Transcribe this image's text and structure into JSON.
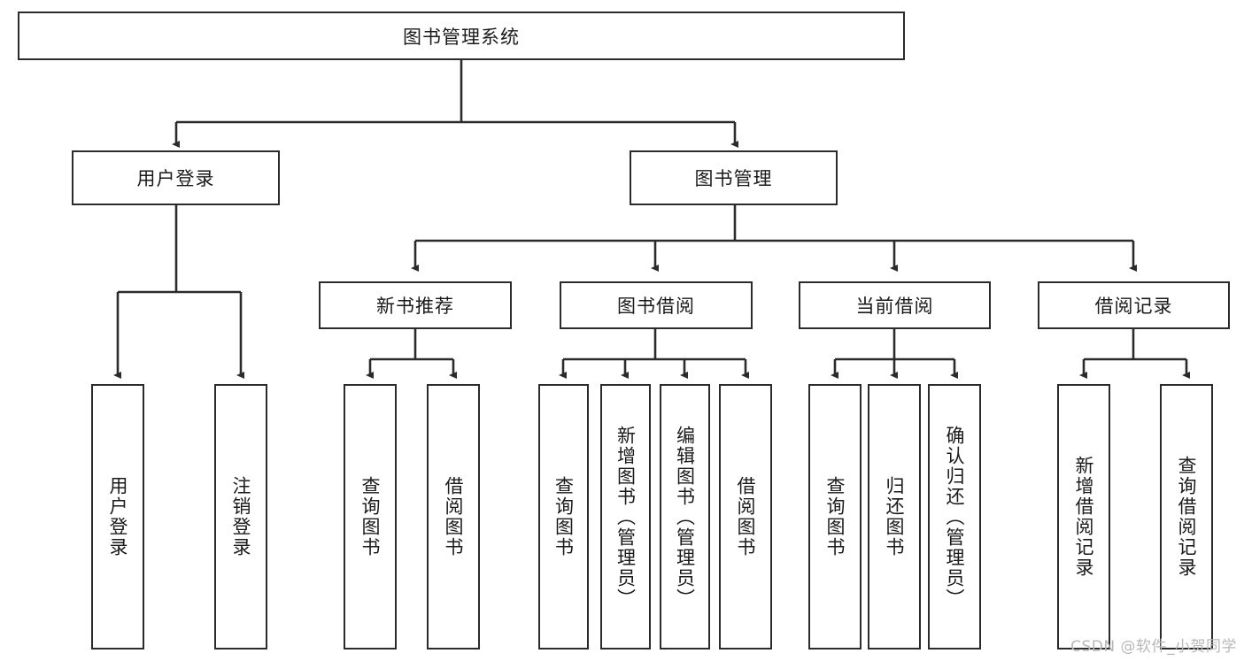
{
  "diagram": {
    "title": "图书管理系统",
    "type": "tree",
    "root": {
      "label": "图书管理系统"
    },
    "level2": [
      {
        "label": "用户登录"
      },
      {
        "label": "图书管理"
      }
    ],
    "level3": [
      {
        "label": "新书推荐"
      },
      {
        "label": "图书借阅"
      },
      {
        "label": "当前借阅"
      },
      {
        "label": "借阅记录"
      }
    ],
    "leaves": {
      "user_login": [
        {
          "label": "用户登录"
        },
        {
          "label": "注销登录"
        }
      ],
      "new_book": [
        {
          "label": "查询图书"
        },
        {
          "label": "借阅图书"
        }
      ],
      "book_borrow": [
        {
          "label": "查询图书"
        },
        {
          "label": "新增图书（管理员）"
        },
        {
          "label": "编辑图书（管理员）"
        },
        {
          "label": "借阅图书"
        }
      ],
      "current_borrow": [
        {
          "label": "查询图书"
        },
        {
          "label": "归还图书"
        },
        {
          "label": "确认归还（管理员）"
        }
      ],
      "borrow_record": [
        {
          "label": "新增借阅记录"
        },
        {
          "label": "查询借阅记录"
        }
      ]
    }
  },
  "watermark": {
    "text": "CSDN @软件_小贺同学"
  },
  "colors": {
    "stroke": "#2b2b2b",
    "fill": "#ffffff",
    "text": "#1a1a1a",
    "watermark": "#b8b8b8"
  }
}
